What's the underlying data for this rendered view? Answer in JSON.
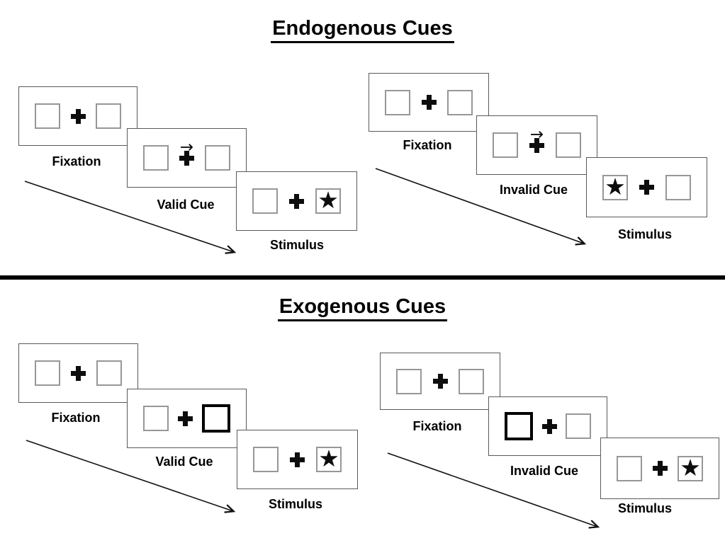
{
  "page": {
    "background": "#ffffff",
    "colors": {
      "ink": "#000000",
      "panel_border": "#595959",
      "placeholder_border": "#979797",
      "bold_cue_border": "#000000"
    }
  },
  "icons": {
    "star": "★",
    "cue_arrow": "→",
    "plus": "+"
  },
  "sections": [
    {
      "title": "Endogenous Cues",
      "groups": [
        {
          "name": "valid",
          "steps": [
            {
              "label": "Fixation",
              "left_box": "empty",
              "right_box": "empty",
              "cue": "none"
            },
            {
              "label": "Valid Cue",
              "left_box": "empty",
              "right_box": "empty",
              "cue": "arrow-right-above-fixation"
            },
            {
              "label": "Stimulus",
              "left_box": "empty",
              "right_box": "star",
              "cue": "none"
            }
          ]
        },
        {
          "name": "invalid",
          "steps": [
            {
              "label": "Fixation",
              "left_box": "empty",
              "right_box": "empty",
              "cue": "none"
            },
            {
              "label": "Invalid Cue",
              "left_box": "empty",
              "right_box": "empty",
              "cue": "arrow-right-above-fixation"
            },
            {
              "label": "Stimulus",
              "left_box": "star",
              "right_box": "empty",
              "cue": "none"
            }
          ]
        }
      ]
    },
    {
      "title": "Exogenous Cues",
      "groups": [
        {
          "name": "valid",
          "steps": [
            {
              "label": "Fixation",
              "left_box": "empty",
              "right_box": "empty",
              "cue": "none"
            },
            {
              "label": "Valid Cue",
              "left_box": "empty",
              "right_box": "bold-outline",
              "cue": "bold-right-box"
            },
            {
              "label": "Stimulus",
              "left_box": "empty",
              "right_box": "star",
              "cue": "none"
            }
          ]
        },
        {
          "name": "invalid",
          "steps": [
            {
              "label": "Fixation",
              "left_box": "empty",
              "right_box": "empty",
              "cue": "none"
            },
            {
              "label": "Invalid Cue",
              "left_box": "bold-outline",
              "right_box": "empty",
              "cue": "bold-left-box"
            },
            {
              "label": "Stimulus",
              "left_box": "empty",
              "right_box": "star",
              "cue": "none"
            }
          ]
        }
      ]
    }
  ]
}
